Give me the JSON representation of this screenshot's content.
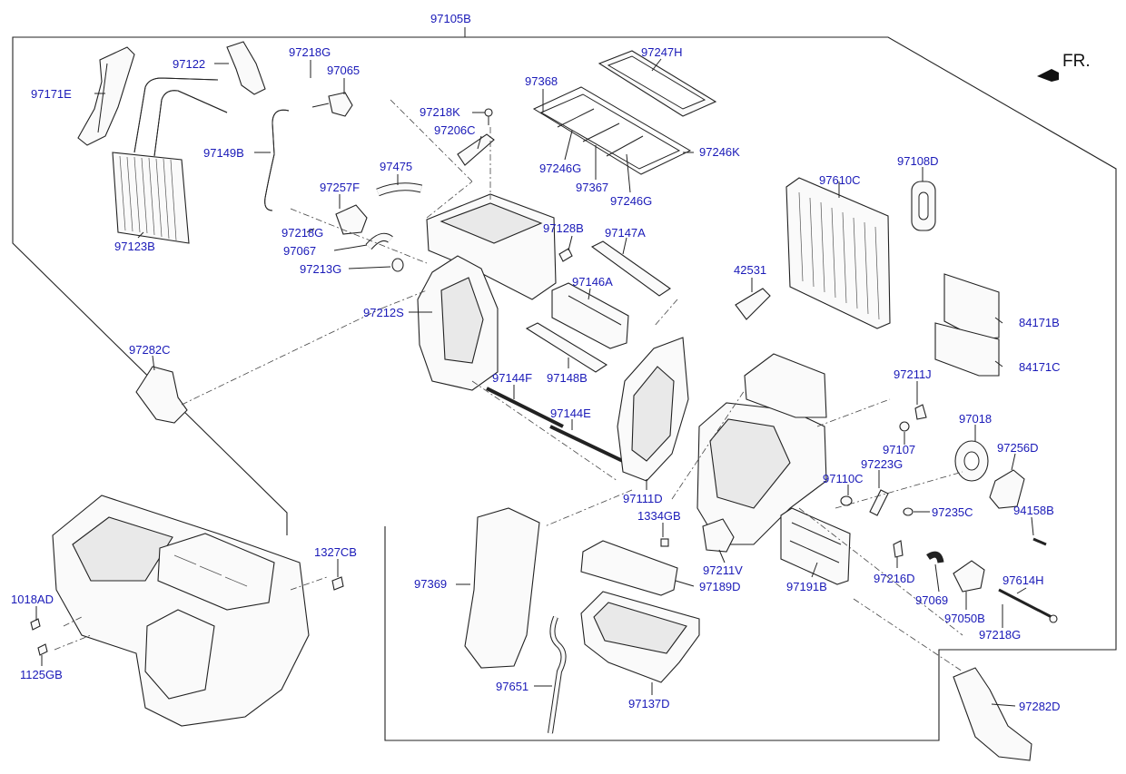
{
  "diagram": {
    "assembly_number": "97105B",
    "direction_label": "FR.",
    "callouts": {
      "c97171E": "97171E",
      "c97122": "97122",
      "c97218G_top": "97218G",
      "c97065": "97065",
      "c97247H": "97247H",
      "c97368": "97368",
      "c97218K": "97218K",
      "c97206C": "97206C",
      "c97149B": "97149B",
      "c97246G_a": "97246G",
      "c97246K": "97246K",
      "c97367": "97367",
      "c97246G_b": "97246G",
      "c97475": "97475",
      "c97108D": "97108D",
      "c97610C": "97610C",
      "c97257F": "97257F",
      "c97123B": "97123B",
      "c97218G_mid": "97218G",
      "c97128B": "97128B",
      "c97147A": "97147A",
      "c97067": "97067",
      "c97213G": "97213G",
      "c42531": "42531",
      "c97146A": "97146A",
      "c97212S": "97212S",
      "c84171B": "84171B",
      "c97282C": "97282C",
      "c84171C": "84171C",
      "c97144F": "97144F",
      "c97148B": "97148B",
      "c97211J": "97211J",
      "c97018": "97018",
      "c97144E": "97144E",
      "c97107": "97107",
      "c97256D": "97256D",
      "c97223G": "97223G",
      "c97110C": "97110C",
      "c97111D": "97111D",
      "c97235C": "97235C",
      "c94158B": "94158B",
      "c1334GB": "1334GB",
      "c1327CB": "1327CB",
      "c97211V": "97211V",
      "c97369": "97369",
      "c97189D": "97189D",
      "c97191B": "97191B",
      "c97216D": "97216D",
      "c97614H": "97614H",
      "c1018AD": "1018AD",
      "c97069": "97069",
      "c97050B": "97050B",
      "c97218G_low": "97218G",
      "c1125GB": "1125GB",
      "c97651": "97651",
      "c97137D": "97137D",
      "c97282D": "97282D"
    }
  }
}
